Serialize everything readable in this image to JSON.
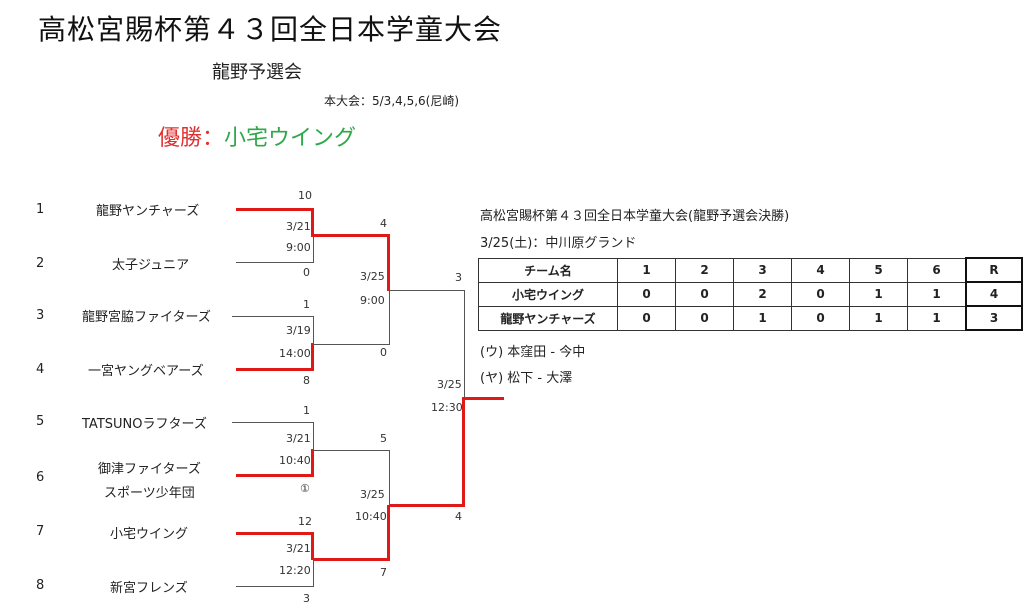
{
  "header": {
    "title": "高松宮賜杯第４３回全日本学童大会",
    "subtitle": "龍野予選会",
    "venue": "本大会：5/3,4,5,6(尼崎)",
    "winner_label": "優勝：",
    "winner_name": "小宅ウイング"
  },
  "bracket": {
    "teams": [
      {
        "no": "1",
        "name": "龍野ヤンチャーズ",
        "score": "10"
      },
      {
        "no": "2",
        "name": "太子ジュニア",
        "score": "0"
      },
      {
        "no": "3",
        "name": "龍野宮脇ファイターズ",
        "score": "1"
      },
      {
        "no": "4",
        "name": "一宮ヤングベアーズ",
        "score": "8"
      },
      {
        "no": "5",
        "name": "TATSUNOラフターズ",
        "score": "1"
      },
      {
        "no": "6",
        "name": "御津ファイターズ",
        "name2": "スポーツ少年団",
        "score": "①"
      },
      {
        "no": "7",
        "name": "小宅ウイング",
        "score": "12"
      },
      {
        "no": "8",
        "name": "新宮フレンズ",
        "score": "3"
      }
    ],
    "round1": [
      {
        "date": "3/21",
        "time": "9:00"
      },
      {
        "date": "3/19",
        "time": "14:00"
      },
      {
        "date": "3/21",
        "time": "10:40"
      },
      {
        "date": "3/21",
        "time": "12:20"
      }
    ],
    "semis": [
      {
        "top_score": "4",
        "date": "3/25",
        "time": "9:00",
        "bottom_score": "0"
      },
      {
        "top_score": "5",
        "date": "3/25",
        "time": "10:40",
        "bottom_score": "7"
      }
    ],
    "final": {
      "top_score": "3",
      "date": "3/25",
      "time": "12:30",
      "bottom_score": "4"
    }
  },
  "final_info": {
    "title": "高松宮賜杯第４３回全日本学童大会(龍野予選会決勝)",
    "date_place": "3/25(土)：中川原グランド",
    "table": {
      "headers": [
        "チーム名",
        "1",
        "2",
        "3",
        "4",
        "5",
        "6",
        "R"
      ],
      "rows": [
        [
          "小宅ウイング",
          "0",
          "0",
          "2",
          "0",
          "1",
          "1",
          "4"
        ],
        [
          "龍野ヤンチャーズ",
          "0",
          "0",
          "1",
          "0",
          "1",
          "1",
          "3"
        ]
      ]
    },
    "battery1": "(ウ) 本窪田 - 今中",
    "battery2": "(ヤ) 松下 - 大澤"
  },
  "colors": {
    "winner_line": "#e01818",
    "loser_line": "#555555",
    "winner_label": "#e03030",
    "winner_name": "#2ea84a"
  }
}
